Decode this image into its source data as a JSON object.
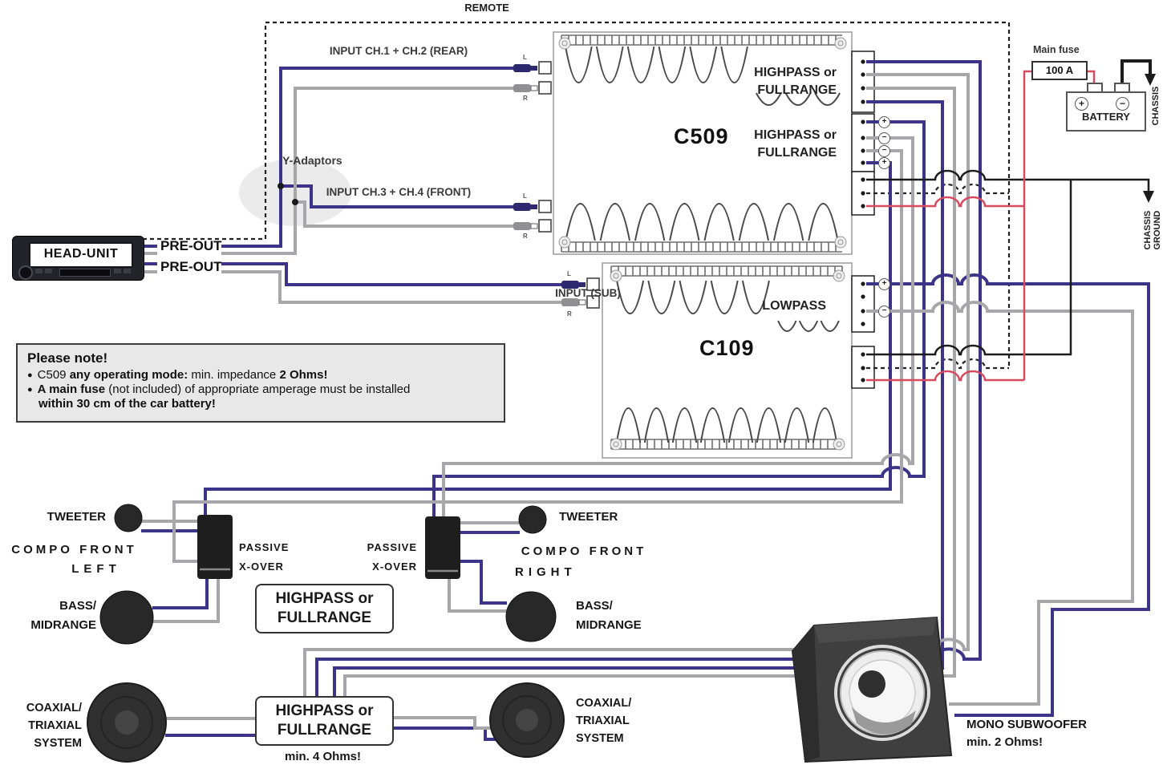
{
  "labels": {
    "remote": "REMOTE",
    "input_ch12": "INPUT CH.1 + CH.2 (REAR)",
    "input_ch34": "INPUT CH.3 + CH.4 (FRONT)",
    "input_sub": "INPUT (SUB)",
    "y_adaptors": "Y-Adaptors",
    "pre_out": "PRE-OUT",
    "head_unit": "HEAD-UNIT",
    "channel_l": "L",
    "channel_r": "R"
  },
  "amps": {
    "c509": {
      "name": "C509",
      "mode_ch12_line1": "HIGHPASS or",
      "mode_ch12_line2": "FULLRANGE",
      "mode_ch34_line1": "HIGHPASS or",
      "mode_ch34_line2": "FULLRANGE"
    },
    "c109": {
      "name": "C109",
      "mode_line1": "LOWPASS"
    }
  },
  "power": {
    "main_fuse_label": "Main fuse",
    "fuse_rating": "100 A",
    "battery_label": "BATTERY",
    "chassis_label": "CHASSIS",
    "chassis_ground_line1": "CHASSIS",
    "chassis_ground_line2": "GROUND",
    "plus": "+",
    "minus": "−"
  },
  "note": {
    "title": "Please note!",
    "bullet": "●",
    "item1_pre": "C509 ",
    "item1_bold1": "any operating mode:",
    "item1_mid": " min. impedance ",
    "item1_bold2": "2 Ohms!",
    "item2_bold": "A main fuse",
    "item2_rest": " (not included) of appropriate amperage must be installed",
    "item3_bold": "within 30 cm of the car battery!"
  },
  "speakers": {
    "tweeter": "TWEETER",
    "compo_front": "COMPO FRONT",
    "left": "LEFT",
    "right": "RIGHT",
    "bass_line1": "BASS/",
    "bass_line2": "MIDRANGE",
    "passive_line1": "PASSIVE",
    "passive_line2": "X-OVER",
    "mode_box_line1": "HIGHPASS or",
    "mode_box_line2": "FULLRANGE",
    "min_4_ohms": "min. 4 Ohms!",
    "coax_line1": "COAXIAL/",
    "coax_line2": "TRIAXIAL",
    "coax_line3": "SYSTEM",
    "sub_line1": "MONO SUBWOOFER",
    "sub_line2": "min. 2 Ohms!"
  },
  "colors": {
    "wire_signal_left": "#3b3488",
    "wire_signal_right": "#a7a7ab",
    "wire_power_plus": "#d84a5e",
    "wire_ground": "#1c1c1c",
    "wire_remote": "#222222",
    "highlight": "#e0e0e0",
    "note_bg": "#e8e8e8",
    "speaker_fill": "#282828"
  }
}
